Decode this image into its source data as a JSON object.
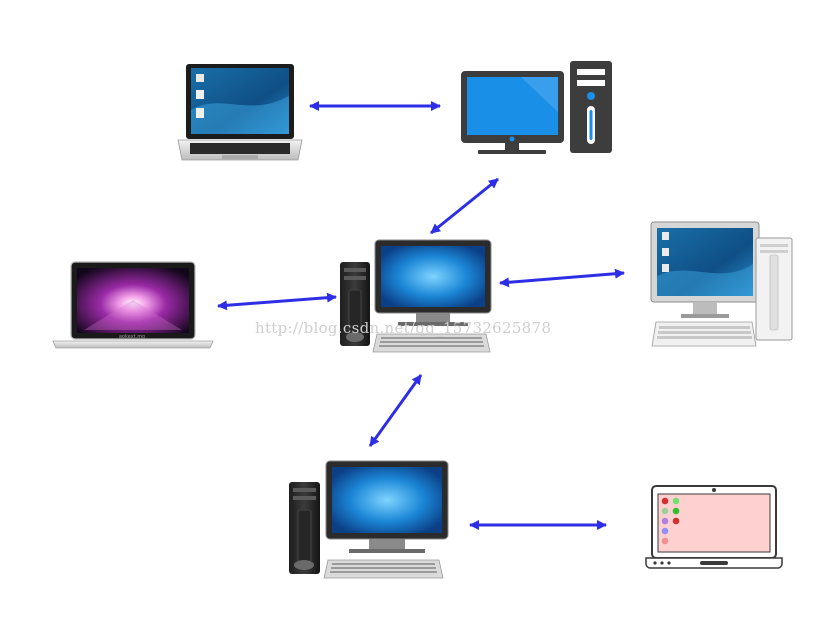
{
  "colors": {
    "arrow": "#2e2ee6",
    "monitor_screen": "#1a8fe8",
    "panel_pink": "#ffd0d0"
  },
  "devices": [
    {
      "id": "laptop-top-left",
      "icon": "laptop-icon"
    },
    {
      "id": "desktop-top-right",
      "icon": "flat-desktop-icon"
    },
    {
      "id": "macbook-left",
      "icon": "macbook-icon",
      "caption": "aokext.mo"
    },
    {
      "id": "desktop-center",
      "icon": "desktop-tower-icon"
    },
    {
      "id": "desktop-right",
      "icon": "desktop-crt-icon"
    },
    {
      "id": "desktop-bottom",
      "icon": "desktop-tower-icon"
    },
    {
      "id": "laptop-bottom-right",
      "icon": "outline-laptop-icon"
    }
  ],
  "links": [
    {
      "from": "laptop-top-left",
      "to": "desktop-top-right",
      "direction": "both"
    },
    {
      "from": "desktop-center",
      "to": "desktop-top-right",
      "direction": "both"
    },
    {
      "from": "macbook-left",
      "to": "desktop-center",
      "direction": "both"
    },
    {
      "from": "desktop-center",
      "to": "desktop-right",
      "direction": "both"
    },
    {
      "from": "desktop-center",
      "to": "desktop-bottom",
      "direction": "both"
    },
    {
      "from": "desktop-bottom",
      "to": "laptop-bottom-right",
      "direction": "both"
    }
  ],
  "watermark": "http://blog.csdn.net/qq_15732625878"
}
